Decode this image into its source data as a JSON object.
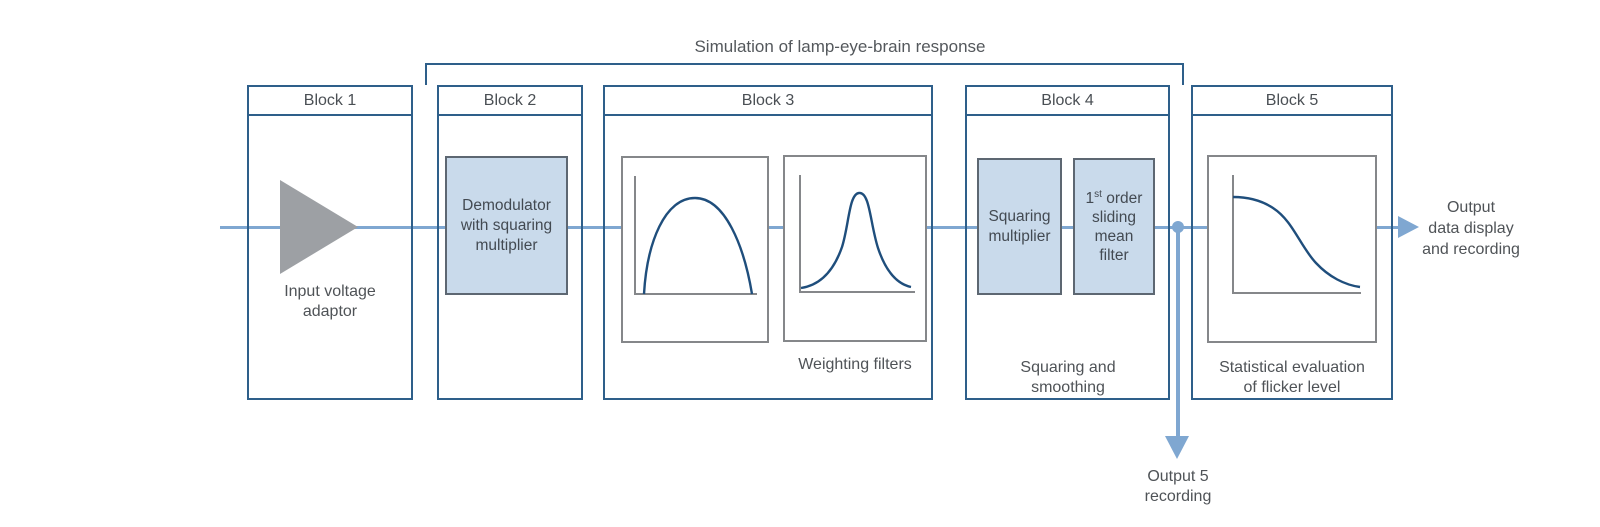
{
  "diagram_title": "Simulation of lamp-eye-brain response",
  "colors": {
    "block_border": "#2E5F8A",
    "signal_line": "#7FA7D1",
    "filled_box_fill": "#C9DAEB",
    "filled_box_border": "#5D6772",
    "graph_box_border": "#85878A",
    "curve": "#1F4E7C",
    "amplifier_gray": "#9DA0A4",
    "text": "#4F5357"
  },
  "blocks": [
    {
      "label": "Block 1",
      "symbol": "amplifier-triangle",
      "caption_lines": [
        "Input voltage",
        "adaptor"
      ]
    },
    {
      "label": "Block 2",
      "box_lines": [
        "Demodulator",
        "with squaring",
        "multiplier"
      ]
    },
    {
      "label": "Block 3",
      "graphs": [
        "bandpass-response-curve",
        "weighting-filter-curve"
      ],
      "caption_lines": [
        "Weighting filters"
      ]
    },
    {
      "label": "Block 4",
      "box1_lines": [
        "Squaring",
        "multiplier"
      ],
      "box2": {
        "sup_base": "1",
        "sup": "st",
        "after_sup": " order",
        "lines": [
          "sliding",
          "mean",
          "filter"
        ]
      },
      "caption_lines": [
        "Squaring and",
        "smoothing"
      ]
    },
    {
      "label": "Block 5",
      "graphs": [
        "cumulative-probability-curve"
      ],
      "caption_lines": [
        "Statistical evaluation",
        "of flicker level"
      ]
    }
  ],
  "outputs": {
    "right_lines": [
      "Output",
      "data display",
      "and recording"
    ],
    "down_lines": [
      "Output 5",
      "recording"
    ]
  }
}
